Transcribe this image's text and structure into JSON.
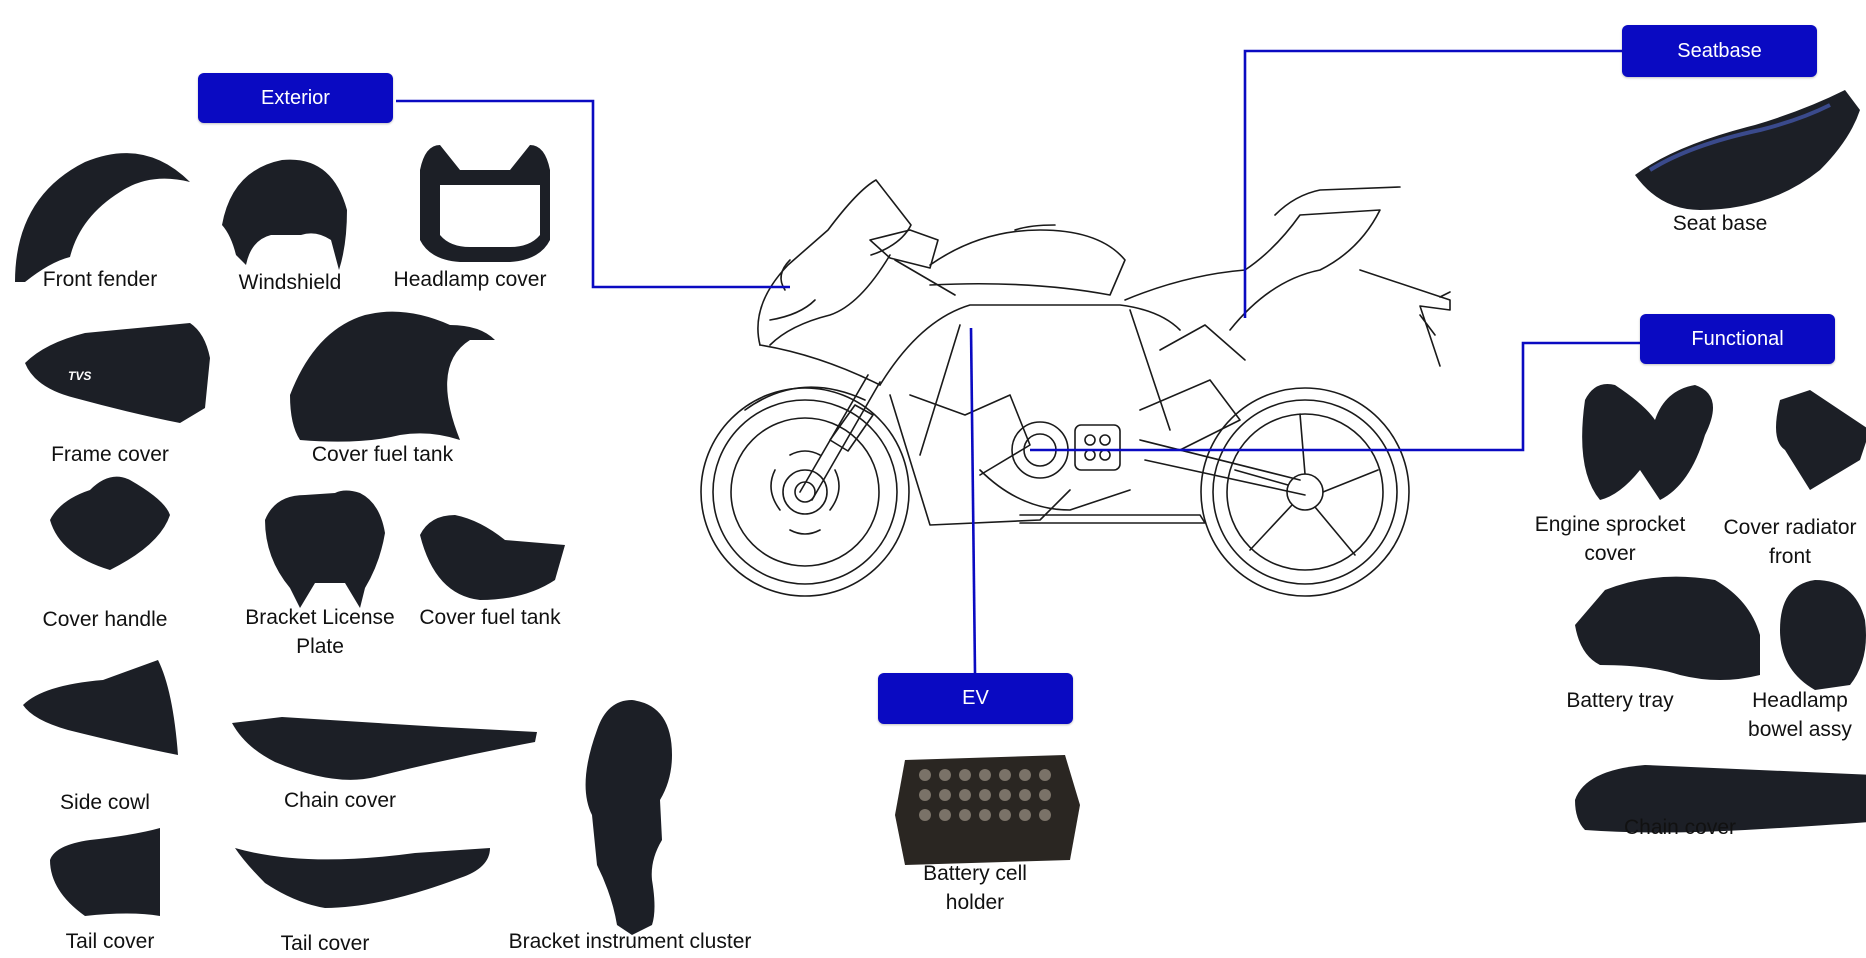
{
  "categories": {
    "exterior": "Exterior",
    "seatbase": "Seatbase",
    "functional": "Functional",
    "ev": "EV"
  },
  "parts": {
    "front_fender": "Front fender",
    "windshield": "Windshield",
    "headlamp_cover": "Headlamp cover",
    "frame_cover": "Frame cover",
    "frame_cover_logo": "TVS",
    "cover_fuel_tank_1": "Cover fuel tank",
    "cover_handle": "Cover handle",
    "bracket_license_plate": "Bracket License\nPlate",
    "cover_fuel_tank_2": "Cover fuel tank",
    "side_cowl": "Side cowl",
    "chain_cover_left": "Chain cover",
    "tail_cover_1": "Tail cover",
    "tail_cover_2": "Tail cover",
    "bracket_instrument_cluster": "Bracket instrument cluster",
    "seat_base": "Seat base",
    "engine_sprocket_cover": "Engine sprocket\ncover",
    "cover_radiator_front": "Cover radiator\nfront",
    "battery_tray": "Battery tray",
    "headlamp_bowel_assy": "Headlamp\nbowel assy",
    "chain_cover_right": "Chain cover",
    "battery_cell_holder": "Battery cell\nholder"
  },
  "colors": {
    "category_fill": "#0a0ac2",
    "connector_line": "#0a0ac2",
    "part_fill": "#1c1f26",
    "seat_accent": "#3a4a8c"
  },
  "icons": {
    "motorcycle": "motorcycle-line-drawing",
    "parts": "part-photo"
  }
}
